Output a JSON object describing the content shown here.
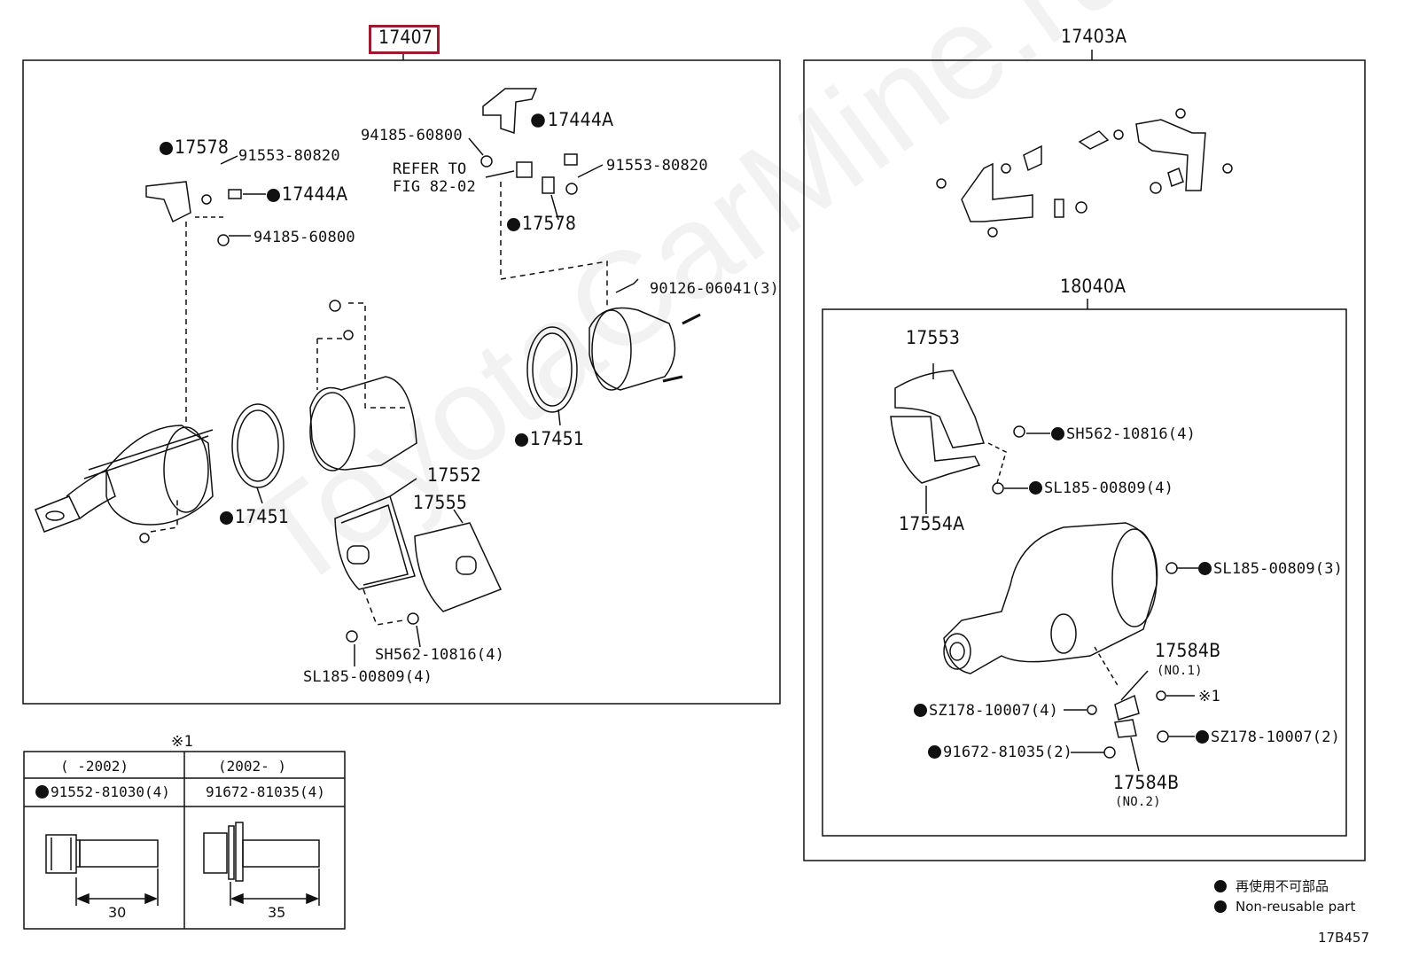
{
  "assemblies": {
    "main": "17407",
    "right": "17403A",
    "right_inner": "18040A"
  },
  "left_labels": {
    "p17578_top": "17578",
    "p91553_top": "91553-80820",
    "p17444a_left": "17444A",
    "p94185_left": "94185-60800",
    "p94185_mid": "94185-60800",
    "refer_line1": "REFER TO",
    "refer_line2": "FIG 82-02",
    "p17444a_mid": "17444A",
    "p91553_mid": "91553-80820",
    "p17578_mid": "17578",
    "p90126": "90126-06041(3)",
    "p17451_right": "17451",
    "p17451_left": "17451",
    "p17552": "17552",
    "p17555": "17555",
    "sh562": "SH562-10816(4)",
    "sl185": "SL185-00809(4)"
  },
  "right_labels": {
    "p17553": "17553",
    "p17554a": "17554A",
    "sh562": "SH562-10816(4)",
    "sl185_4": "SL185-00809(4)",
    "sl185_3": "SL185-00809(3)",
    "p17584b_1": "17584B",
    "no1": "(NO.1)",
    "note1": "※1",
    "sz178_4": "SZ178-10007(4)",
    "sz178_2": "SZ178-10007(2)",
    "p91672": "91672-81035(2)",
    "p17584b_2": "17584B",
    "no2": "(NO.2)"
  },
  "bolt_table": {
    "note": "※1",
    "col1_period": "(      -2002)",
    "col2_period": "(2002-      )",
    "col1_part": "91552-81030(4)",
    "col2_part": "91672-81035(4)",
    "col1_len": "30",
    "col2_len": "35"
  },
  "legend": {
    "jp": "再使用不可部品",
    "en": "Non-reusable part"
  },
  "figure_code": "17B457",
  "watermark": "ToyotaCarMine.ru",
  "colors": {
    "highlight": "#9b1b30",
    "line": "#111111"
  }
}
